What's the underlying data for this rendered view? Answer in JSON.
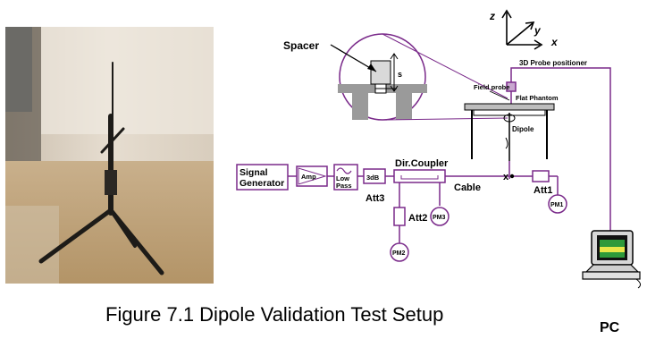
{
  "figure": {
    "caption": "Figure 7.1 Dipole Validation Test Setup"
  },
  "axes": {
    "z": "z",
    "y": "y",
    "x": "x"
  },
  "labels": {
    "spacer": "Spacer",
    "spacing": "s",
    "probe_positioner": "3D Probe positioner",
    "field_probe": "Field probe",
    "flat_phantom": "Flat Phantom",
    "dipole": "Dipole",
    "signal_generator_line1": "Signal",
    "signal_generator_line2": "Generator",
    "amp": "Amp",
    "low_pass_line1": "Low",
    "low_pass_line2": "Pass",
    "att3_box": "3dB",
    "att3": "Att3",
    "dir_coupler": "Dir.Coupler",
    "cable": "Cable",
    "x_mark": "x",
    "att1": "Att1",
    "att2": "Att2",
    "pm1": "PM1",
    "pm2": "PM2",
    "pm3": "PM3",
    "pc": "PC"
  },
  "colors": {
    "wiring": "#7a2a8a",
    "screen_green": "#2e9a3a",
    "screen_yellow": "#e8e84a"
  }
}
